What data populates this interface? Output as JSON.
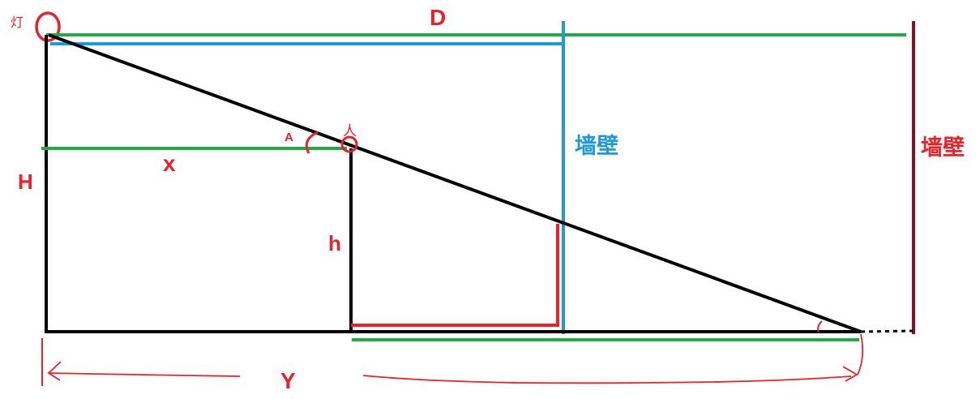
{
  "labels": {
    "lamp": "灯",
    "D": "D",
    "wall_blue": "墙壁",
    "wall_dark": "墙壁",
    "person": "人",
    "angle_A": "A",
    "H": "H",
    "x": "x",
    "h": "h",
    "Y": "Y"
  },
  "colors": {
    "black": "#000000",
    "red": "#e8212b",
    "green": "#22aa44",
    "blue": "#1f9ad6",
    "dark_red": "#8a1020"
  }
}
